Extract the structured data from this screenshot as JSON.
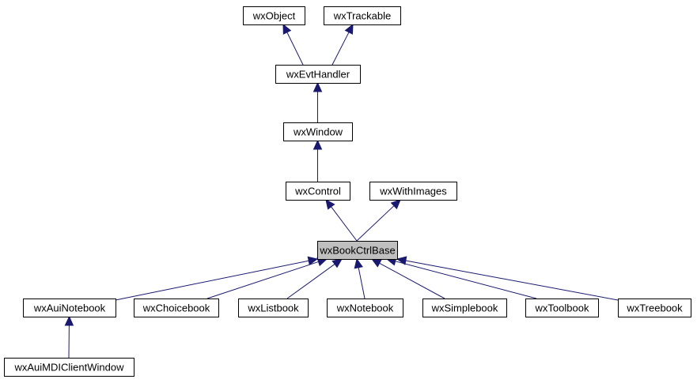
{
  "diagram": {
    "title": "wxBookCtrlBase inheritance graph",
    "colors": {
      "edge": "#191970",
      "node_fill": "#ffffff",
      "highlight_fill": "#bfbfbf",
      "border": "#000000"
    },
    "nodes": [
      {
        "id": "wxObject",
        "label": "wxObject"
      },
      {
        "id": "wxTrackable",
        "label": "wxTrackable"
      },
      {
        "id": "wxEvtHandler",
        "label": "wxEvtHandler"
      },
      {
        "id": "wxWindow",
        "label": "wxWindow"
      },
      {
        "id": "wxControl",
        "label": "wxControl"
      },
      {
        "id": "wxWithImages",
        "label": "wxWithImages"
      },
      {
        "id": "wxBookCtrlBase",
        "label": "wxBookCtrlBase",
        "highlighted": true
      },
      {
        "id": "wxAuiNotebook",
        "label": "wxAuiNotebook"
      },
      {
        "id": "wxChoicebook",
        "label": "wxChoicebook"
      },
      {
        "id": "wxListbook",
        "label": "wxListbook"
      },
      {
        "id": "wxNotebook",
        "label": "wxNotebook"
      },
      {
        "id": "wxSimplebook",
        "label": "wxSimplebook"
      },
      {
        "id": "wxToolbook",
        "label": "wxToolbook"
      },
      {
        "id": "wxTreebook",
        "label": "wxTreebook"
      },
      {
        "id": "wxAuiMDIClientWindow",
        "label": "wxAuiMDIClientWindow"
      }
    ],
    "edges": [
      {
        "from": "wxEvtHandler",
        "to": "wxObject"
      },
      {
        "from": "wxEvtHandler",
        "to": "wxTrackable"
      },
      {
        "from": "wxWindow",
        "to": "wxEvtHandler"
      },
      {
        "from": "wxControl",
        "to": "wxWindow"
      },
      {
        "from": "wxBookCtrlBase",
        "to": "wxControl"
      },
      {
        "from": "wxBookCtrlBase",
        "to": "wxWithImages"
      },
      {
        "from": "wxAuiNotebook",
        "to": "wxBookCtrlBase"
      },
      {
        "from": "wxChoicebook",
        "to": "wxBookCtrlBase"
      },
      {
        "from": "wxListbook",
        "to": "wxBookCtrlBase"
      },
      {
        "from": "wxNotebook",
        "to": "wxBookCtrlBase"
      },
      {
        "from": "wxSimplebook",
        "to": "wxBookCtrlBase"
      },
      {
        "from": "wxToolbook",
        "to": "wxBookCtrlBase"
      },
      {
        "from": "wxTreebook",
        "to": "wxBookCtrlBase"
      },
      {
        "from": "wxAuiMDIClientWindow",
        "to": "wxAuiNotebook"
      }
    ]
  }
}
